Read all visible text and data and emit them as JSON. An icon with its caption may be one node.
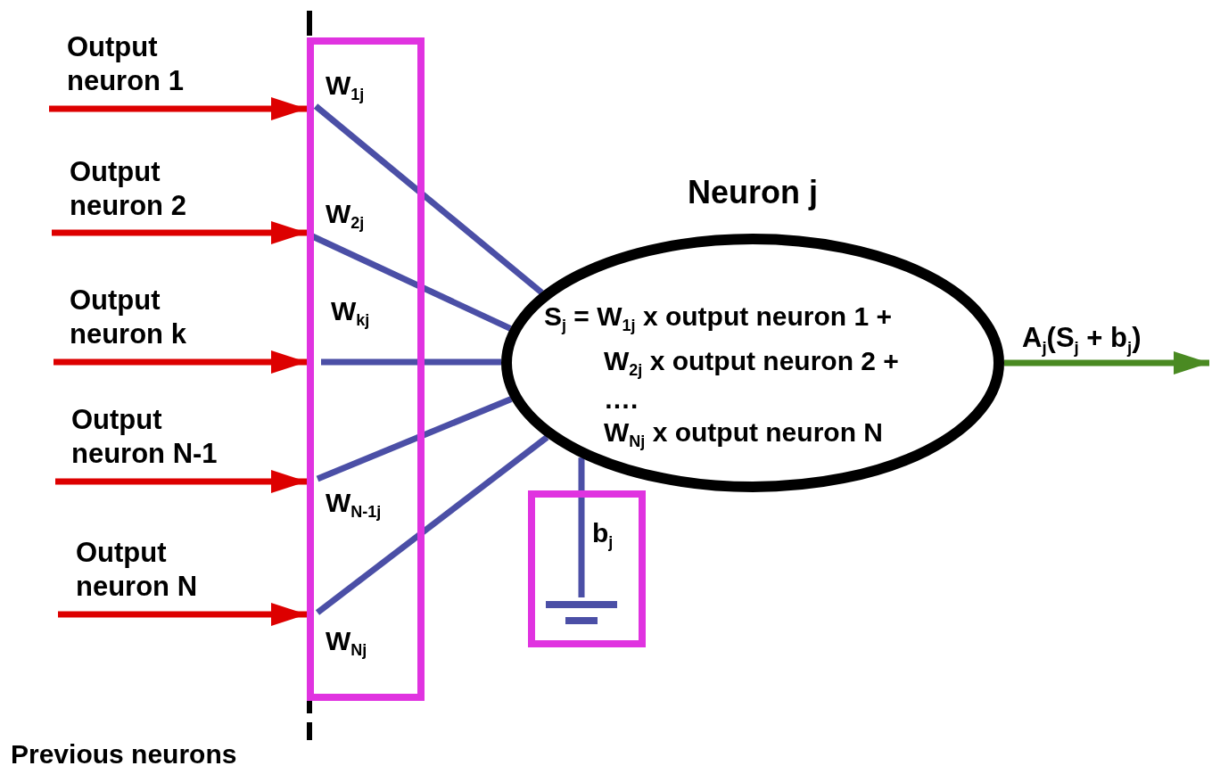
{
  "diagram": {
    "nodes": [
      {
        "text": [
          "W$_{1j}$",
          "W$_{2j}$",
          "W$_{kj}$",
          "W$_{N-1j}$",
          "W$_{Nj}$"
        ]
      },
      {
        "text": [
          "Neuron j",
          "S$_{j}$ = W$_{1j}$ x output neuron 1 +",
          "W$_{2j}$ x output neuron 2 +",
          "….",
          "W$_{Nj}$ x output neuron N"
        ]
      },
      {
        "text": [
          "b$_{j}$"
        ]
      },
      {
        "text": [],
        "shape": "ground",
        "in": 2
      }
    ],
    "edges": [
      {
        "from": null,
        "to": 0,
        "arrow": "to",
        "label": "Output neuron 1",
        "color": "#dd0000"
      },
      {
        "from": null,
        "to": 0,
        "arrow": "to",
        "label": "Output neuron 2",
        "color": "#dd0000"
      },
      {
        "from": null,
        "to": 0,
        "arrow": "to",
        "label": "Output neuron k",
        "color": "#dd0000"
      },
      {
        "from": null,
        "to": 0,
        "arrow": "to",
        "label": "Output neuron N-1",
        "color": "#dd0000"
      },
      {
        "from": null,
        "to": 0,
        "arrow": "to",
        "label": "Output neuron N",
        "color": "#dd0000"
      },
      {
        "from": 0,
        "to": 1,
        "arrow": "none"
      },
      {
        "from": 0,
        "to": 1,
        "arrow": "none"
      },
      {
        "from": 0,
        "to": 1,
        "arrow": "none"
      },
      {
        "from": 0,
        "to": 1,
        "arrow": "none"
      },
      {
        "from": 0,
        "to": 1,
        "arrow": "none"
      },
      {
        "from": 1,
        "to": 3,
        "arrow": "none"
      },
      {
        "from": 1,
        "to": null,
        "arrow": "to",
        "label": "A$_{j}$(S$_{j}$ + b$_{j}$)",
        "color": "#4a8a22"
      }
    ],
    "labels": [
      "Previous neurons"
    ]
  }
}
